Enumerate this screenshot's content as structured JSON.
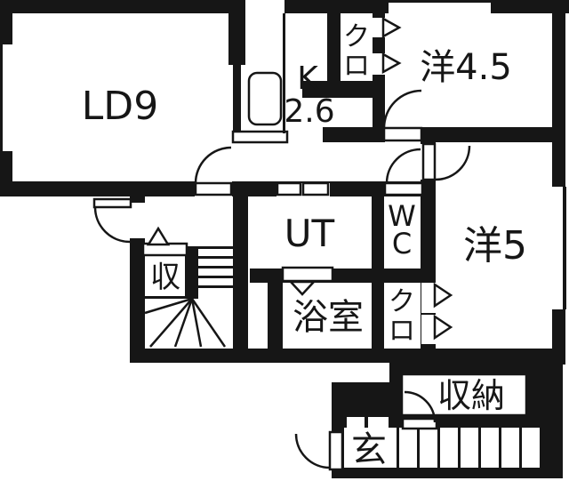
{
  "plan": {
    "colors": {
      "wall": "#161616",
      "floor": "#ffffff"
    },
    "rooms": {
      "living": {
        "label": "LD9"
      },
      "kitchen": {
        "letter": "K",
        "size": "2.6"
      },
      "closet_top": {
        "char1": "ク",
        "char2": "ロ"
      },
      "western45": {
        "label": "洋4.5"
      },
      "western5": {
        "label": "洋5"
      },
      "utility": {
        "label": "UT"
      },
      "wc": {
        "char1": "W",
        "char2": "C"
      },
      "closet_right": {
        "char1": "ク",
        "char2": "ロ"
      },
      "bath": {
        "label": "浴室"
      },
      "storage_small": {
        "label": "収"
      },
      "storage": {
        "label": "収納"
      },
      "entrance": {
        "label": "玄"
      }
    }
  }
}
